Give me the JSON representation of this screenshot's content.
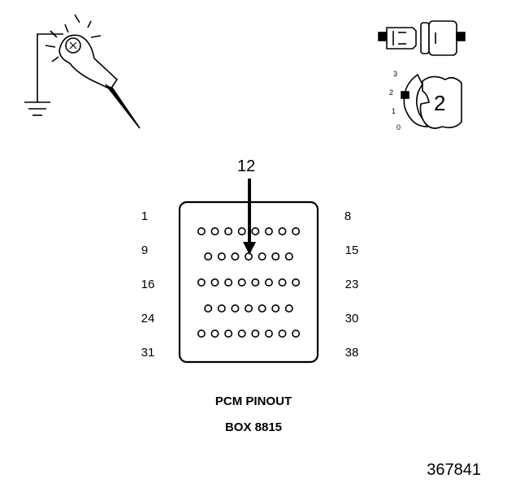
{
  "callout": "12",
  "switch_label": "2",
  "switch_positions": [
    "3",
    "2",
    "1",
    "0"
  ],
  "row_labels": {
    "left": [
      "1",
      "9",
      "16",
      "24",
      "31"
    ],
    "right": [
      "8",
      "15",
      "23",
      "30",
      "38"
    ]
  },
  "pin_rows": [
    8,
    7,
    8,
    7,
    8
  ],
  "highlighted_pin": 12,
  "caption_line1": "PCM PINOUT",
  "caption_line2": "BOX 8815",
  "figure_id": "367841"
}
